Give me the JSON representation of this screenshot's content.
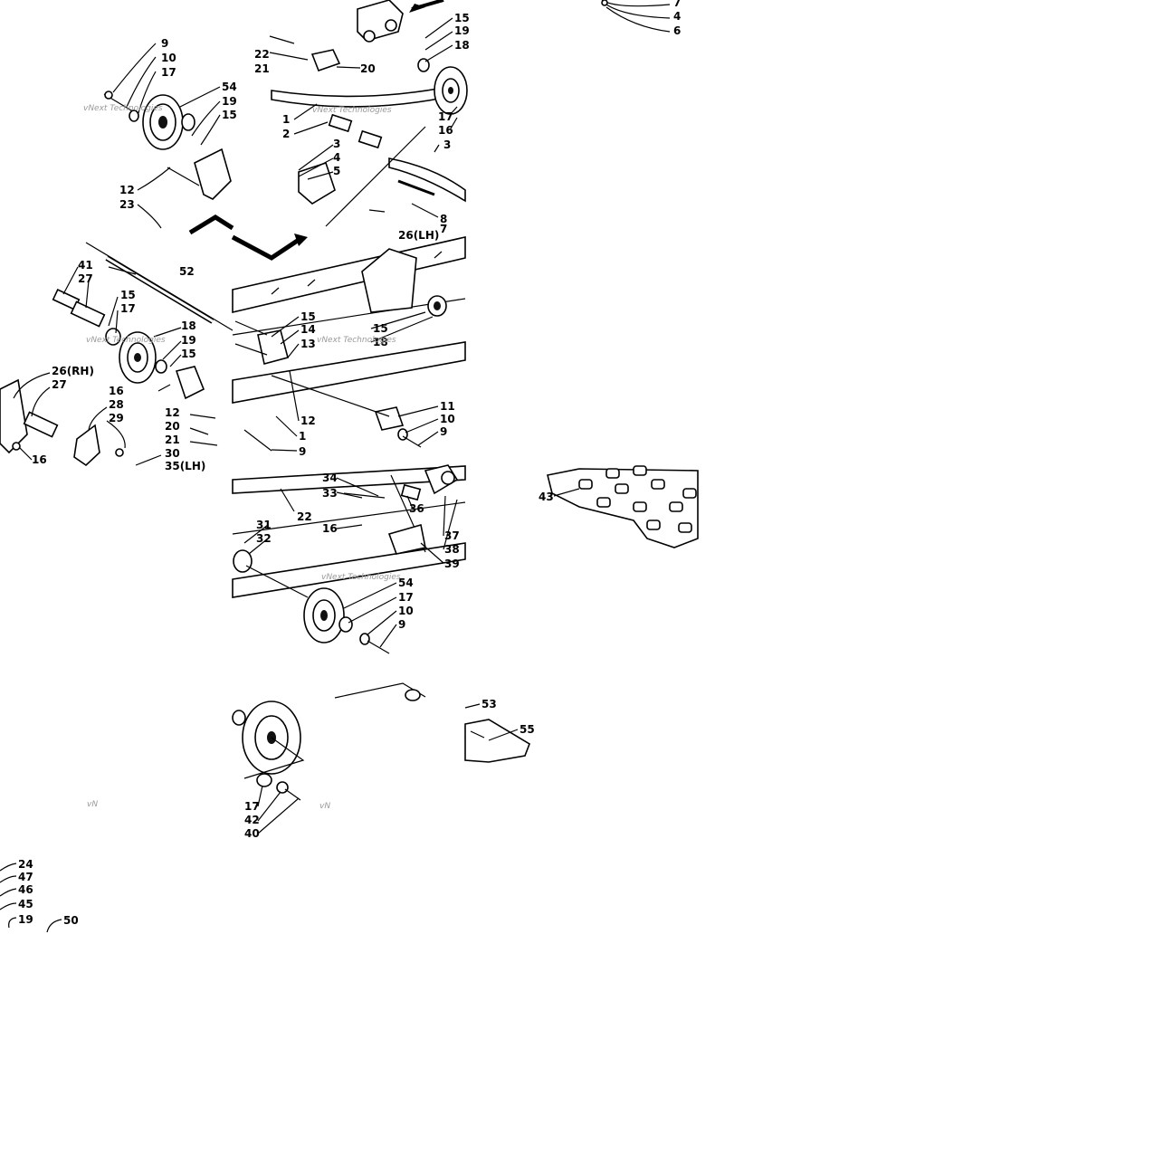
{
  "diagram": {
    "watermark": "vNext Technologies",
    "watermark_partial": "vN",
    "tiles": [
      {
        "id": "top-left",
        "callouts": [
          "9",
          "10",
          "17",
          "54",
          "19",
          "15",
          "12",
          "23"
        ]
      },
      {
        "id": "top-center",
        "callouts": [
          "22",
          "21",
          "20",
          "15",
          "19",
          "18",
          "1",
          "2",
          "3",
          "4",
          "5",
          "17",
          "16",
          "3",
          "8",
          "7"
        ]
      },
      {
        "id": "top-right",
        "callouts": [
          "7",
          "4",
          "6"
        ]
      },
      {
        "id": "middle-left",
        "callouts": [
          "41",
          "27",
          "52",
          "15",
          "17",
          "18",
          "19",
          "15",
          "26(RH)",
          "27",
          "16",
          "28",
          "29",
          "12",
          "20",
          "21",
          "30",
          "16",
          "35(LH)"
        ]
      },
      {
        "id": "middle-center",
        "callouts": [
          "26(LH)",
          "15",
          "14",
          "13",
          "15",
          "18",
          "12",
          "1",
          "11",
          "10",
          "9",
          "9"
        ]
      },
      {
        "id": "lower-center",
        "callouts": [
          "34",
          "33",
          "22",
          "16",
          "31",
          "32",
          "36",
          "37",
          "38",
          "39",
          "54",
          "17",
          "10",
          "9"
        ]
      },
      {
        "id": "lower-right",
        "callouts": [
          "43"
        ]
      },
      {
        "id": "bottom-center",
        "callouts": [
          "53",
          "55",
          "17",
          "42",
          "40"
        ]
      },
      {
        "id": "bottom-left",
        "callouts": [
          "24",
          "47",
          "46",
          "45",
          "19",
          "50"
        ]
      }
    ]
  }
}
